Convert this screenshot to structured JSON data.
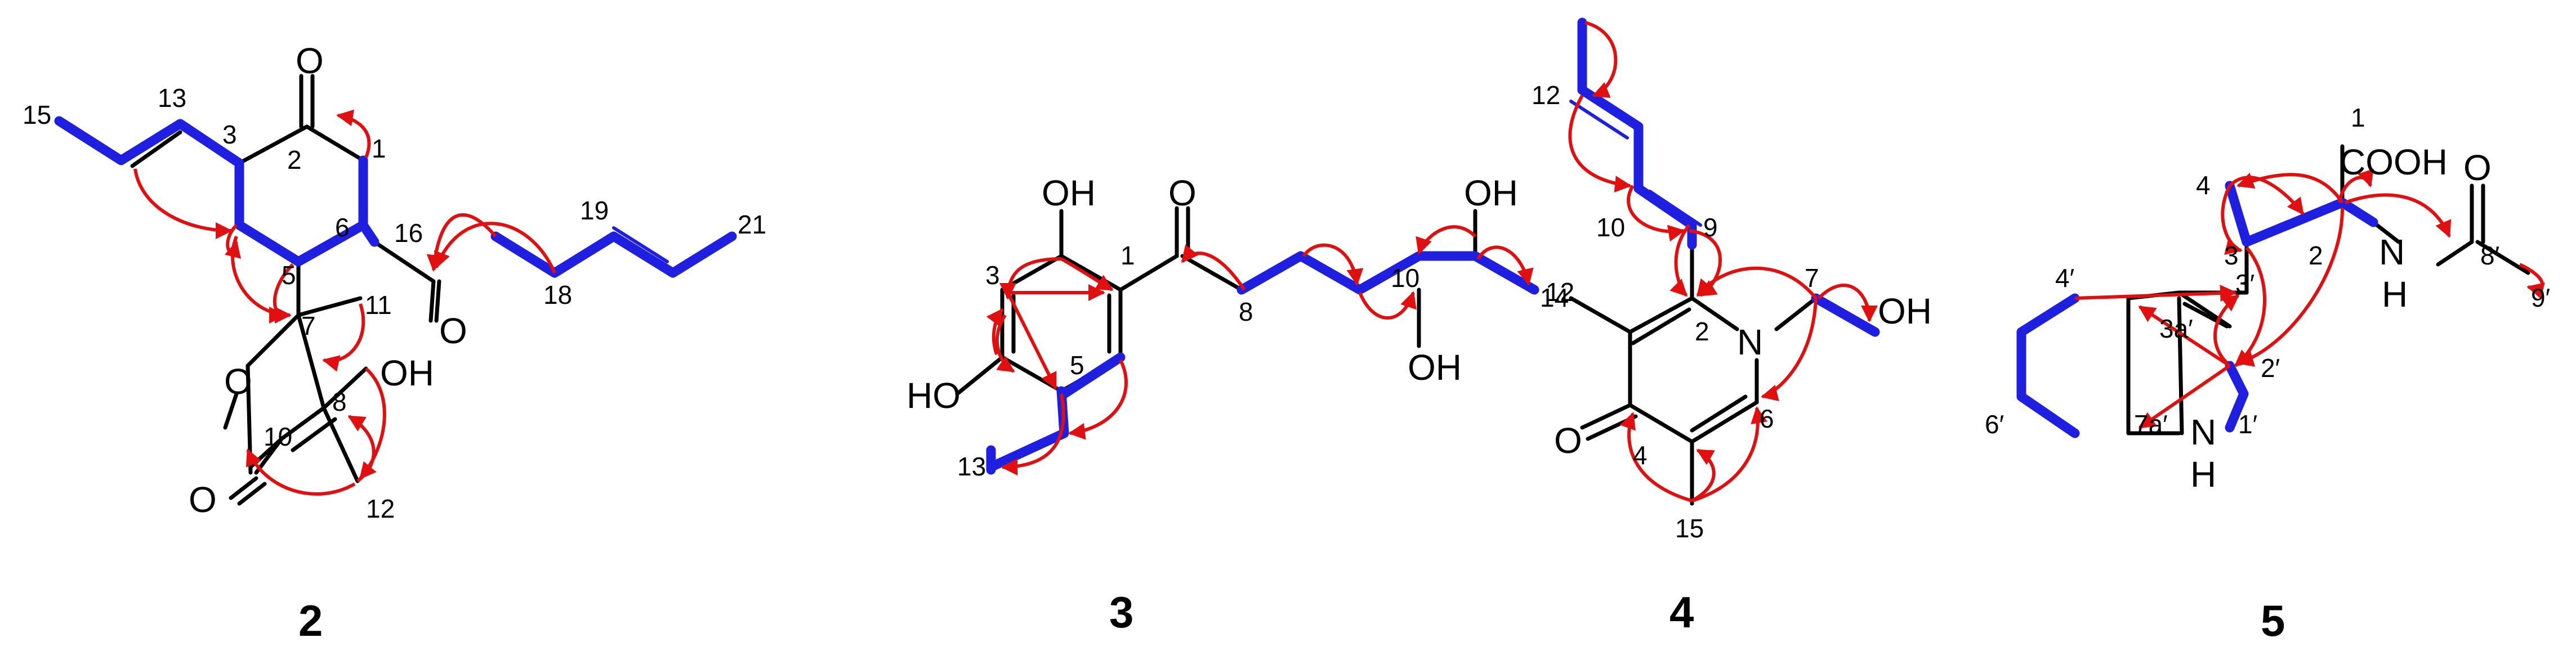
{
  "colors": {
    "cosy_bond": "#1f1fe0",
    "hmbc_arrow": "#e01010",
    "bond": "#000000"
  },
  "compound_2": {
    "label": "2",
    "atoms": {
      "o_ketone": "O",
      "o_lactone_ring": "O",
      "o_lactone_exo": "O",
      "oh": "OH",
      "o_side": "O"
    },
    "numbers": {
      "n1": "1",
      "n2": "2",
      "n3": "3",
      "n5": "5",
      "n6": "6",
      "n7": "7",
      "n8": "8",
      "n10": "10",
      "n11": "11",
      "n12": "12",
      "n13": "13",
      "n15": "15",
      "n16": "16",
      "n18": "18",
      "n19": "19",
      "n21": "21"
    }
  },
  "compound_3": {
    "label": "3",
    "atoms": {
      "oh_top": "OH",
      "o_ketone": "O",
      "ho_left": "HO",
      "oh_c11": "OH",
      "oh_c10": "OH"
    },
    "numbers": {
      "n1": "1",
      "n3": "3",
      "n5": "5",
      "n8": "8",
      "n10": "10",
      "n12": "12",
      "n13": "13"
    }
  },
  "compound_4": {
    "label": "4",
    "atoms": {
      "n": "N",
      "o": "O",
      "oh": "OH"
    },
    "numbers": {
      "n2": "2",
      "n4": "4",
      "n6": "6",
      "n7": "7",
      "n9": "9",
      "n10": "10",
      "n12": "12",
      "n14": "14",
      "n15": "15"
    }
  },
  "compound_5": {
    "label": "5",
    "atoms": {
      "cooh": "COOH",
      "o_amide": "O",
      "n_amide": "N",
      "h_amide": "H",
      "n_indole": "N",
      "h_indole": "H"
    },
    "numbers": {
      "n1": "1",
      "n2": "2",
      "n3": "3",
      "n4": "4",
      "n2p": "2′",
      "n3p": "3′",
      "n3ap": "3a′",
      "n4p": "4′",
      "n6p": "6′",
      "n7ap": "7a′",
      "n1p": "1′",
      "n8p": "8′",
      "n9p": "9′"
    }
  }
}
